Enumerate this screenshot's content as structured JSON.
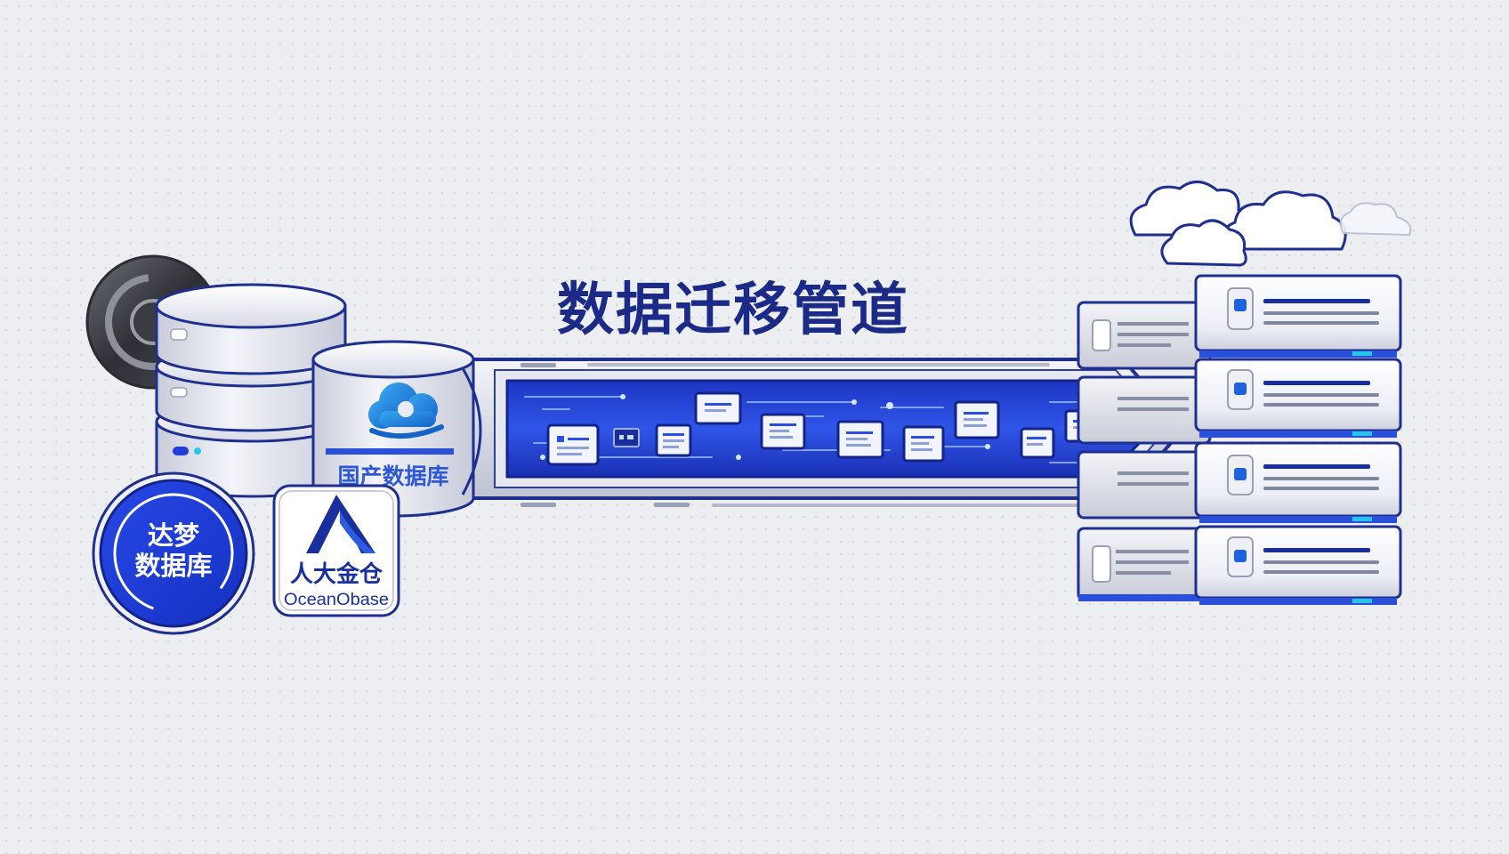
{
  "title": "数据迁移管道",
  "sources": {
    "dameng_line1": "达梦",
    "dameng_line2": "数据库",
    "guochan_label": "国产数据库",
    "kingbase_cn": "人大金仓",
    "kingbase_en": "OceanObase"
  },
  "colors": {
    "brand_blue": "#1f3fd6",
    "navy": "#162a8c",
    "accent_cyan": "#27c5e8",
    "silver": "#d9dbe6"
  },
  "icons": {
    "dark_disk": "database-disk-icon",
    "cloud_logo": "cloud-logo-icon",
    "kingbase_logo": "kingbase-logo-icon",
    "packet": "document-packet-icon",
    "cloud": "cloud-icon"
  }
}
